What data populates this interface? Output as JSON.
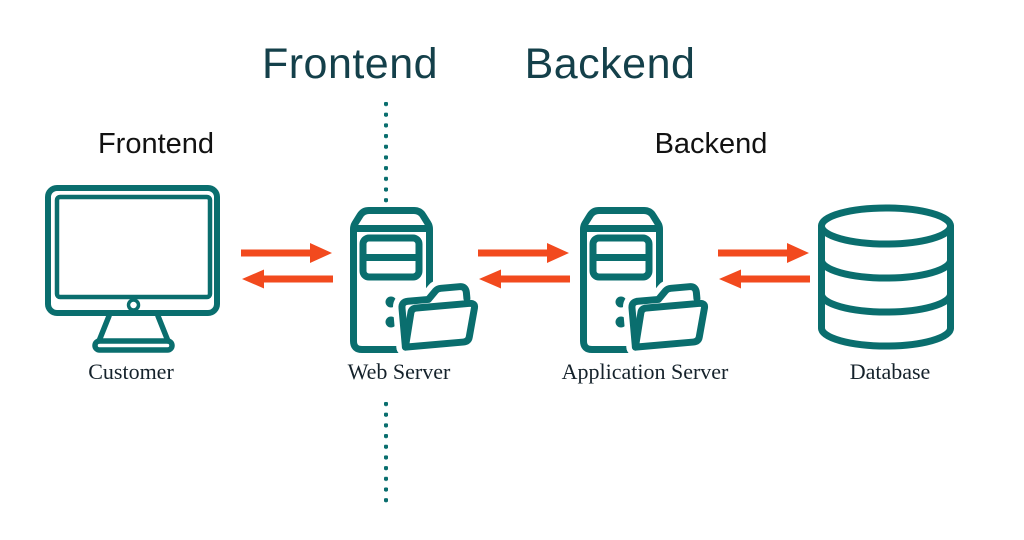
{
  "header": {
    "frontend_title": "Frontend",
    "backend_title": "Backend"
  },
  "sections": {
    "frontend_label": "Frontend",
    "backend_label": "Backend"
  },
  "nodes": [
    {
      "label": "Customer",
      "icon": "monitor-icon"
    },
    {
      "label": "Web Server",
      "icon": "server-icon"
    },
    {
      "label": "Application Server",
      "icon": "server-icon"
    },
    {
      "label": "Database",
      "icon": "database-icon"
    }
  ],
  "connections": [
    {
      "from": "Customer",
      "to": "Web Server",
      "bidirectional": true
    },
    {
      "from": "Web Server",
      "to": "Application Server",
      "bidirectional": true
    },
    {
      "from": "Application Server",
      "to": "Database",
      "bidirectional": true
    }
  ],
  "colors": {
    "icon_teal": "#0A6E6E",
    "title_teal": "#14404A",
    "label_black": "#121212",
    "arrow_orange": "#F24A1E",
    "background": "#FFFFFF"
  }
}
